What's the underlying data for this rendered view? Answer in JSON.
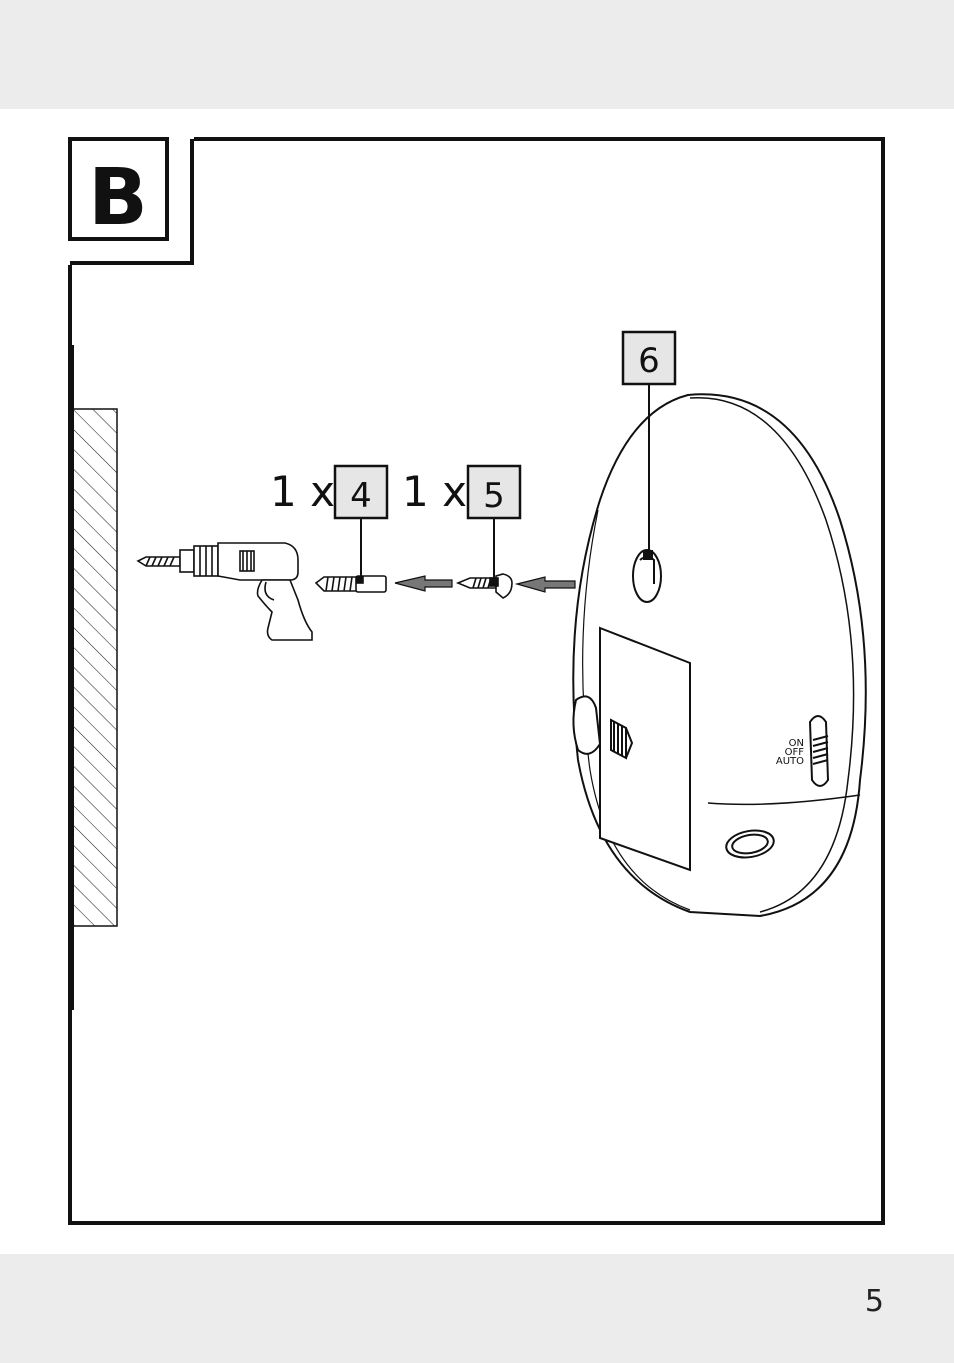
{
  "figure": {
    "label": "B"
  },
  "callouts": {
    "anchor": {
      "qty": "1 x",
      "ref": "4"
    },
    "screw": {
      "qty": "1 x",
      "ref": "5"
    },
    "hole": {
      "ref": "6"
    }
  },
  "switch": {
    "on": "ON",
    "off": "OFF",
    "auto": "AUTO"
  },
  "page": {
    "number": "5"
  },
  "colors": {
    "band": "#ececec",
    "ink": "#111111",
    "callout_fill": "#e6e6e6"
  }
}
